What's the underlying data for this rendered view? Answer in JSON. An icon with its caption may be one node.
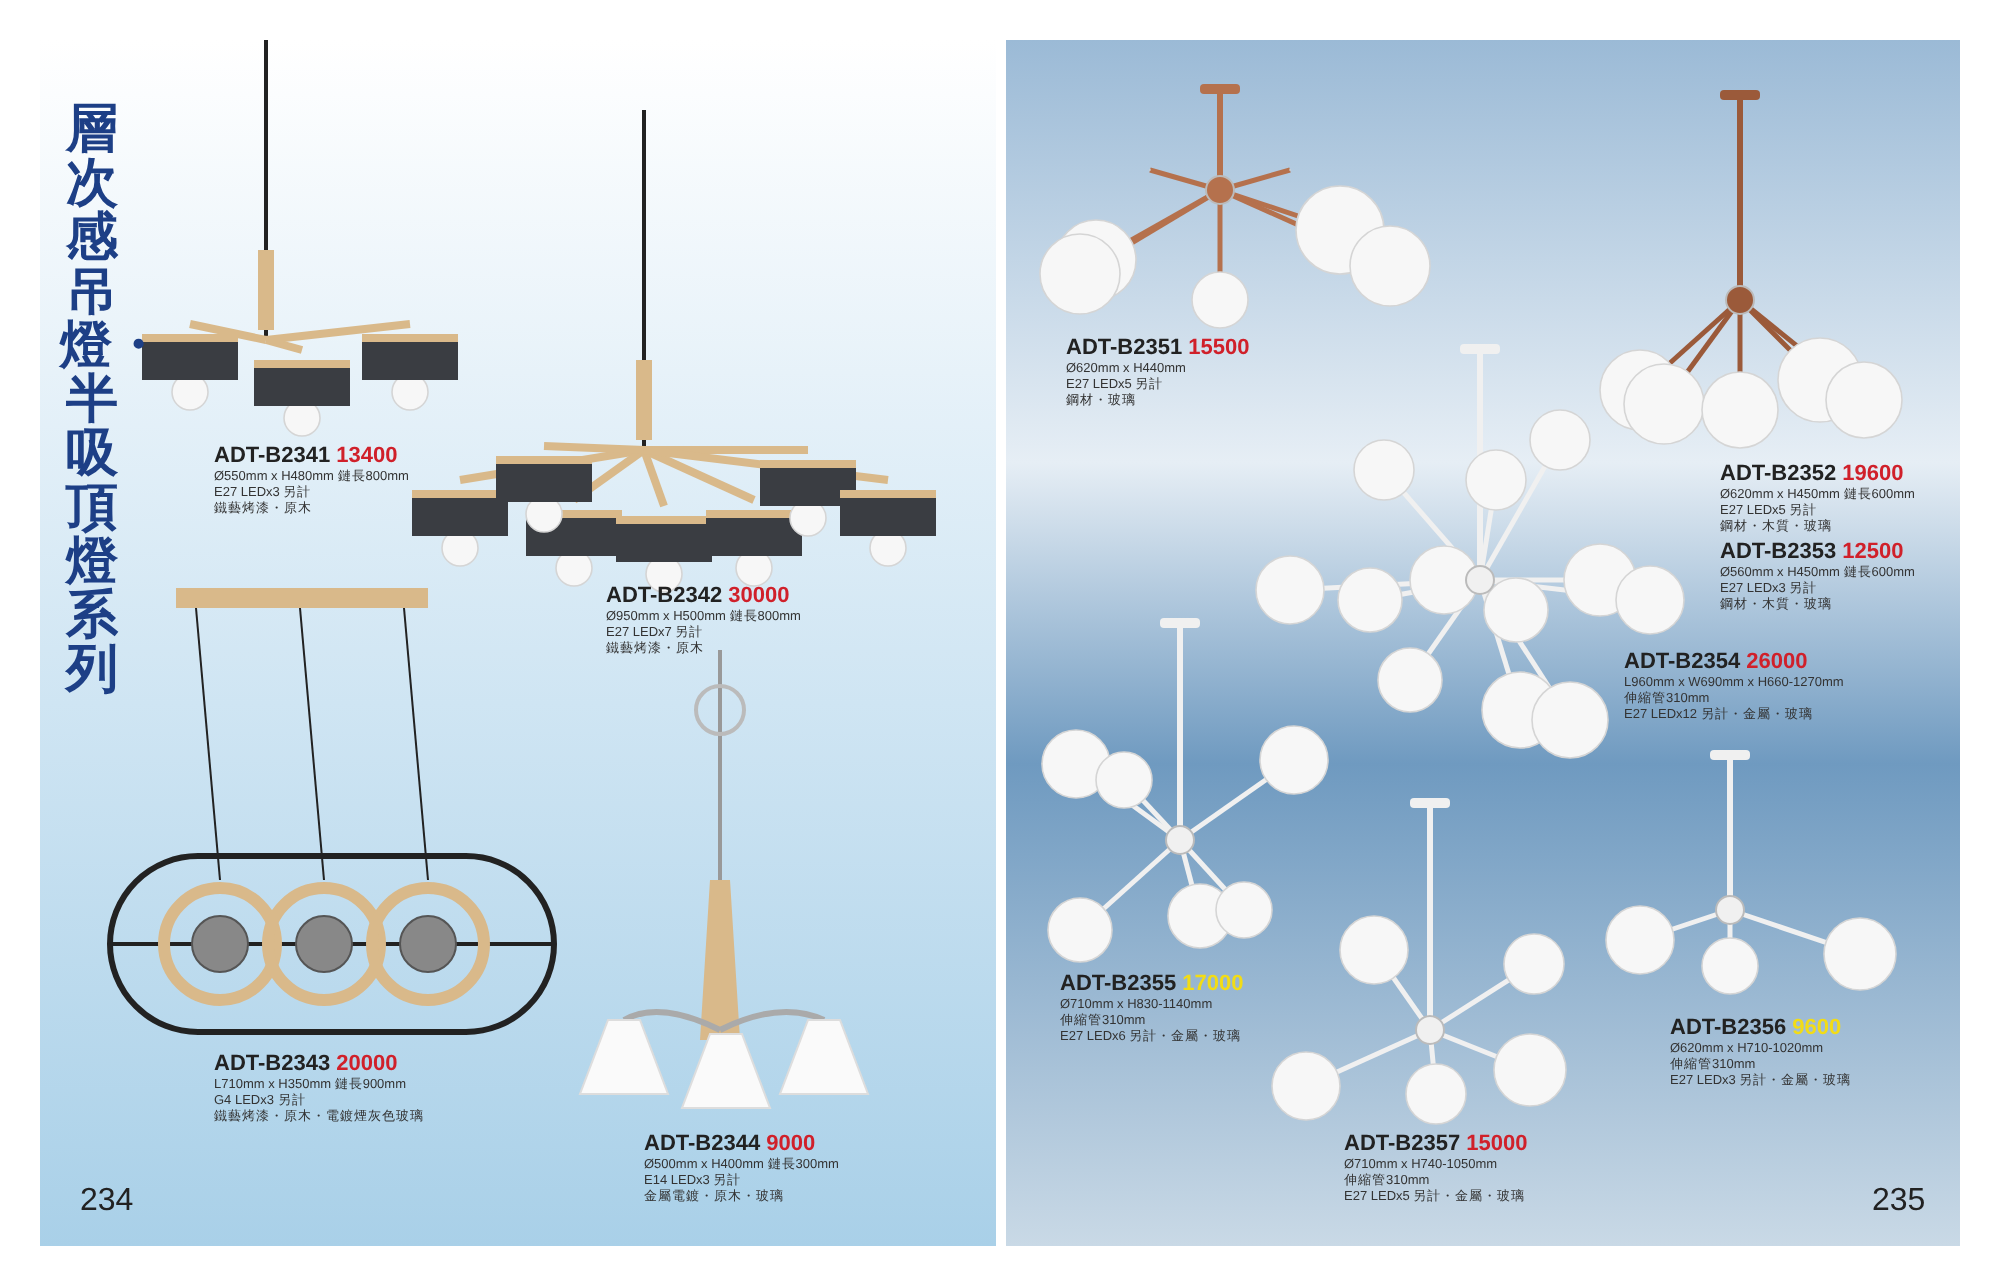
{
  "diagram": {
    "title": "層次感吊燈・半吸頂燈系列",
    "labels": [
      "ADT-B2341",
      "13400",
      "Ø550mm x H480mm 鏈長800mm",
      "E27 LEDx3 另計",
      "鐵藝烤漆・原木",
      "ADT-B2342",
      "30000",
      "Ø950mm x H500mm 鏈長800mm",
      "E27 LEDx7 另計",
      "鐵藝烤漆・原木",
      "ADT-B2343",
      "20000",
      "L710mm x H350mm 鏈長900mm",
      "G4 LEDx3 另計",
      "鐵藝烤漆・原木・電鍍煙灰色玻璃",
      "ADT-B2344",
      "9000",
      "Ø500mm x H400mm 鏈長300mm",
      "E14 LEDx3 另計",
      "金屬電鍍・原木・玻璃",
      "234",
      "ADT-B2351",
      "15500",
      "Ø620mm x H440mm",
      "E27 LEDx5 另計",
      "鋼材・玻璃",
      "ADT-B2352",
      "19600",
      "Ø620mm x H450mm 鏈長600mm",
      "E27 LEDx5 另計",
      "鋼材・木質・玻璃",
      "ADT-B2353",
      "12500",
      "Ø560mm x H450mm 鏈長600mm",
      "E27 LEDx3 另計",
      "鋼材・木質・玻璃",
      "ADT-B2354",
      "26000",
      "L960mm x W690mm x H660-1270mm",
      "伸縮管310mm",
      "E27 LEDx12 另計・金屬・玻璃",
      "ADT-B2355",
      "17000",
      "Ø710mm x H830-1140mm",
      "伸縮管310mm",
      "E27 LEDx6 另計・金屬・玻璃",
      "ADT-B2356",
      "9600",
      "Ø620mm x H710-1020mm",
      "伸縮管310mm",
      "E27 LEDx3 另計・金屬・玻璃",
      "ADT-B2357",
      "15000",
      "Ø710mm x H740-1050mm",
      "伸縮管310mm",
      "E27 LEDx5 另計・金屬・玻璃",
      "235"
    ]
  }
}
